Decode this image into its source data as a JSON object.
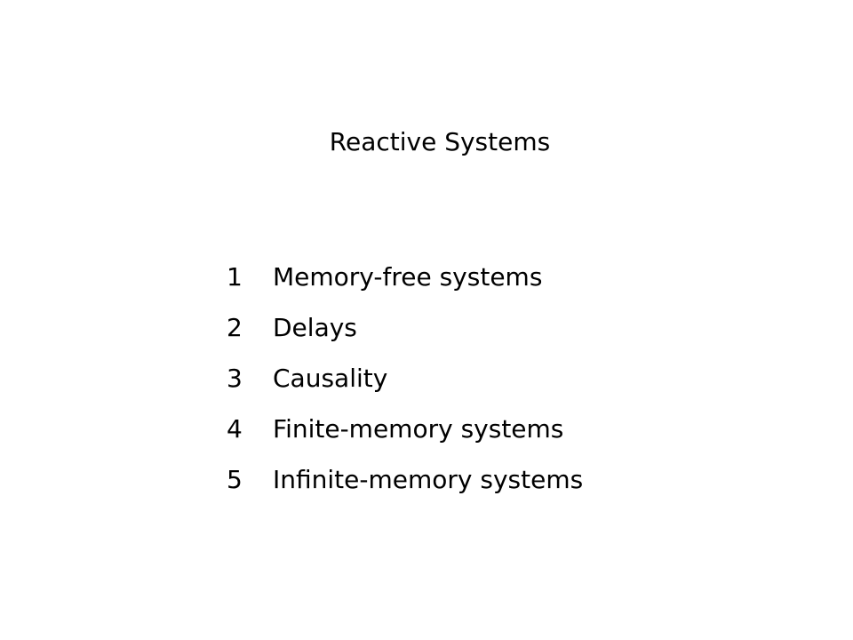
{
  "slide": {
    "title": "Reactive Systems",
    "items": [
      {
        "number": "1",
        "label": "Memory-free systems"
      },
      {
        "number": "2",
        "label": "Delays"
      },
      {
        "number": "3",
        "label": "Causality"
      },
      {
        "number": "4",
        "label": "Finite-memory systems"
      },
      {
        "number": "5",
        "label": "Infinite-memory systems"
      }
    ]
  }
}
